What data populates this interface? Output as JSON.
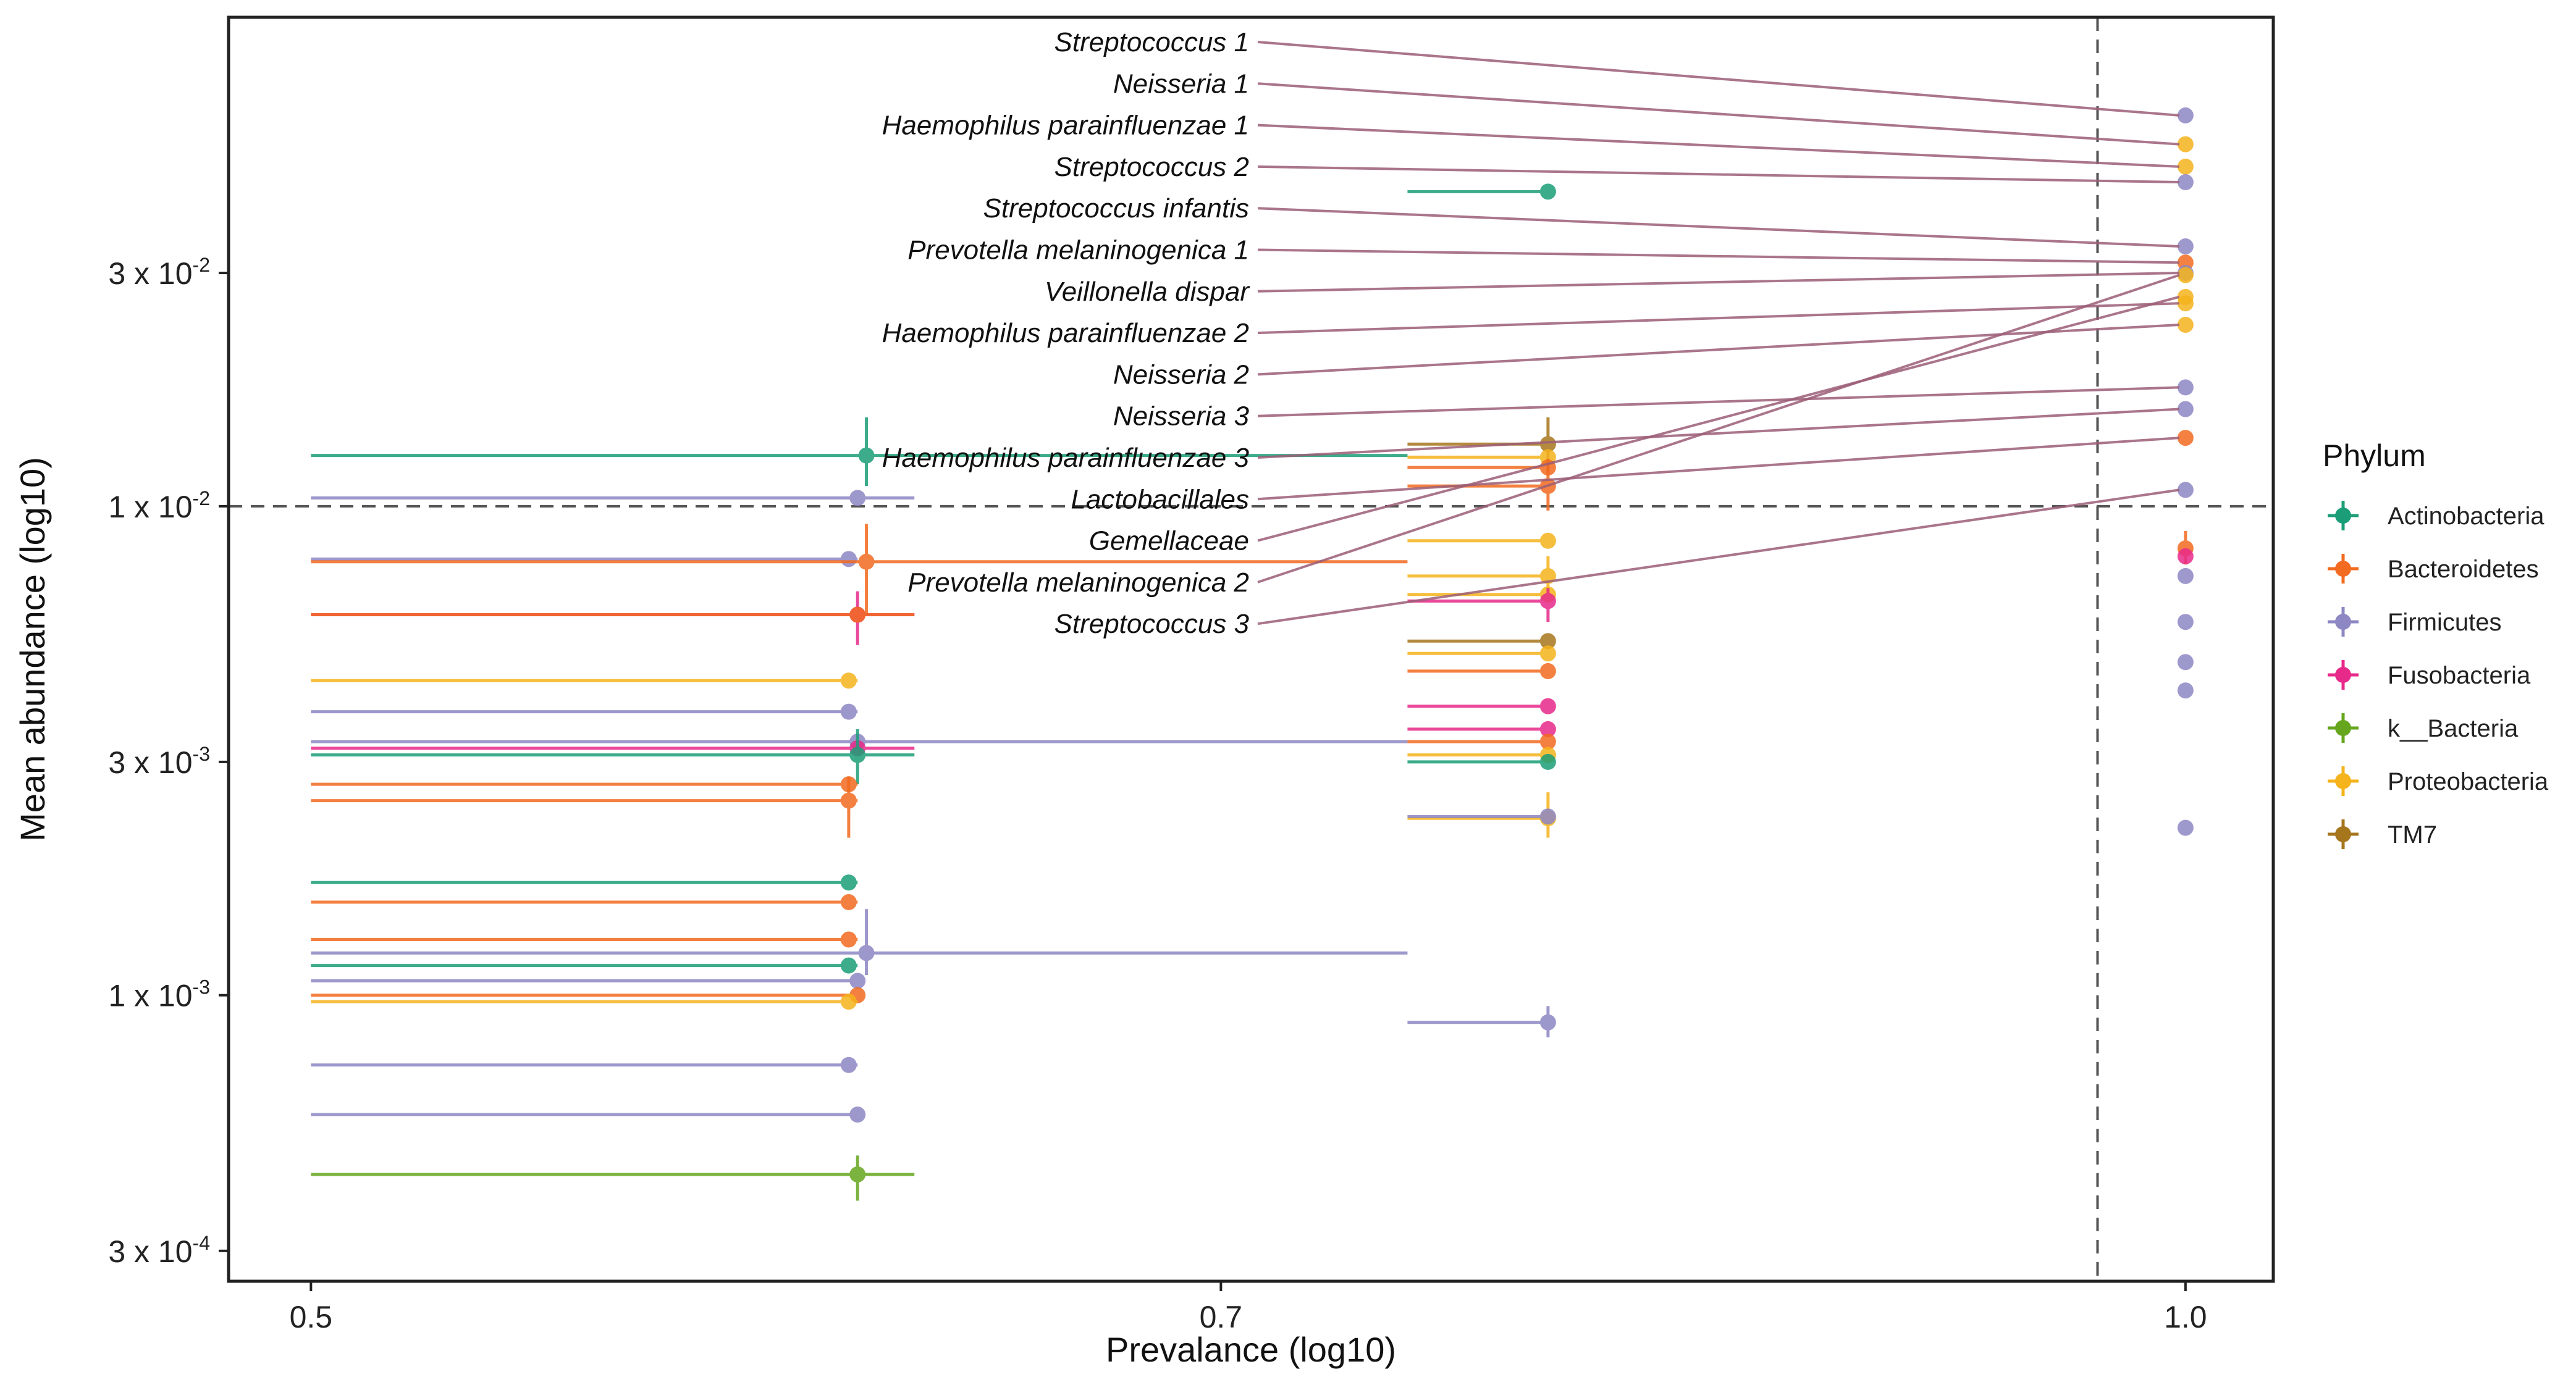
{
  "chart_data": {
    "type": "scatter",
    "x_scale": "log10",
    "y_scale": "log10",
    "xlabel": "Prevalance (log10)",
    "ylabel": "Mean abundance (log10)",
    "xlim": [
      0.485,
      1.033
    ],
    "ylim": [
      0.00026,
      0.1
    ],
    "x_ticks": [
      {
        "value": 0.5,
        "label": "0.5"
      },
      {
        "value": 0.7,
        "label": "0.7"
      },
      {
        "value": 1.0,
        "label": "1.0"
      }
    ],
    "y_ticks": [
      {
        "value": 0.0003,
        "mant": "3 x 10",
        "exp": "-4"
      },
      {
        "value": 0.001,
        "mant": "1 x 10",
        "exp": "-3"
      },
      {
        "value": 0.003,
        "mant": "3 x 10",
        "exp": "-3"
      },
      {
        "value": 0.01,
        "mant": "1 x 10",
        "exp": "-2"
      },
      {
        "value": 0.03,
        "mant": "3 x 10",
        "exp": "-2"
      }
    ],
    "threshold_lines": {
      "x": 0.968,
      "y": 0.01
    },
    "grid": false,
    "legend": {
      "title": "Phylum",
      "placement": "right",
      "entries": [
        {
          "name": "Actinobacteria",
          "color": "#1B9E77"
        },
        {
          "name": "Bacteroidetes",
          "color": "#F26B21"
        },
        {
          "name": "Firmicutes",
          "color": "#8D87C4"
        },
        {
          "name": "Fusobacteria",
          "color": "#E7298A"
        },
        {
          "name": "k__Bacteria",
          "color": "#66A61E"
        },
        {
          "name": "Proteobacteria",
          "color": "#F5B31C"
        },
        {
          "name": "TM7",
          "color": "#A6761D"
        }
      ]
    },
    "labeled_points": [
      {
        "label": "Streptococcus 1",
        "phylum": "Firmicutes",
        "x": 1.0,
        "y": 0.063
      },
      {
        "label": "Neisseria 1",
        "phylum": "Proteobacteria",
        "x": 1.0,
        "y": 0.055
      },
      {
        "label": "Haemophilus parainfluenzae 1",
        "phylum": "Proteobacteria",
        "x": 1.0,
        "y": 0.0495
      },
      {
        "label": "Streptococcus 2",
        "phylum": "Firmicutes",
        "x": 1.0,
        "y": 0.046
      },
      {
        "label": "Streptococcus infantis",
        "phylum": "Firmicutes",
        "x": 1.0,
        "y": 0.034
      },
      {
        "label": "Prevotella melaninogenica 1",
        "phylum": "Bacteroidetes",
        "x": 1.0,
        "y": 0.0315
      },
      {
        "label": "Veillonella dispar",
        "phylum": "Firmicutes",
        "x": 1.0,
        "y": 0.03
      },
      {
        "label": "Haemophilus parainfluenzae 2",
        "phylum": "Proteobacteria",
        "x": 1.0,
        "y": 0.026
      },
      {
        "label": "Neisseria 2",
        "phylum": "Proteobacteria",
        "x": 1.0,
        "y": 0.0235
      },
      {
        "label": "Neisseria 3",
        "phylum": "Firmicutes",
        "x": 1.0,
        "y": 0.0175
      },
      {
        "label": "Haemophilus parainfluenzae 3",
        "phylum": "Firmicutes",
        "x": 1.0,
        "y": 0.0158
      },
      {
        "label": "Lactobacillales",
        "phylum": "Bacteroidetes",
        "x": 1.0,
        "y": 0.0138
      },
      {
        "label": "Gemellaceae",
        "phylum": "Proteobacteria",
        "x": 1.0,
        "y": 0.0268
      },
      {
        "label": "Prevotella melaninogenica 2",
        "phylum": "Proteobacteria",
        "x": 1.0,
        "y": 0.0297
      },
      {
        "label": "Streptococcus 3",
        "phylum": "Firmicutes",
        "x": 1.0,
        "y": 0.0108
      }
    ],
    "points": [
      {
        "phylum": "Actinobacteria",
        "x": 0.614,
        "y": 0.0127,
        "xerr": [
          0.5,
          0.75
        ],
        "yerr": [
          0.011,
          0.0152
        ]
      },
      {
        "phylum": "Firmicutes",
        "x": 0.612,
        "y": 0.0104,
        "xerr": [
          0.5,
          0.625
        ]
      },
      {
        "phylum": "Firmicutes",
        "x": 0.61,
        "y": 0.0078,
        "xerr": [
          0.5,
          0.612
        ]
      },
      {
        "phylum": "Bacteroidetes",
        "x": 0.614,
        "y": 0.0077,
        "xerr": [
          0.5,
          0.75
        ],
        "yerr": [
          0.006,
          0.0092
        ]
      },
      {
        "phylum": "Fusobacteria",
        "x": 0.612,
        "y": 0.006,
        "xerr": [
          0.5,
          0.625
        ],
        "yerr": [
          0.0052,
          0.0067
        ]
      },
      {
        "phylum": "Bacteroidetes",
        "x": 0.612,
        "y": 0.006,
        "xerr": [
          0.5,
          0.625
        ]
      },
      {
        "phylum": "Proteobacteria",
        "x": 0.61,
        "y": 0.0044,
        "xerr": [
          0.5,
          0.612
        ]
      },
      {
        "phylum": "Firmicutes",
        "x": 0.61,
        "y": 0.0038,
        "xerr": [
          0.5,
          0.612
        ]
      },
      {
        "phylum": "Firmicutes",
        "x": 0.612,
        "y": 0.0033,
        "xerr": [
          0.5,
          0.75
        ]
      },
      {
        "phylum": "Fusobacteria",
        "x": 0.612,
        "y": 0.0032,
        "xerr": [
          0.5,
          0.625
        ]
      },
      {
        "phylum": "Actinobacteria",
        "x": 0.612,
        "y": 0.0031,
        "xerr": [
          0.5,
          0.625
        ],
        "yerr": [
          0.0027,
          0.0035
        ]
      },
      {
        "phylum": "Bacteroidetes",
        "x": 0.61,
        "y": 0.0027,
        "xerr": [
          0.5,
          0.612
        ]
      },
      {
        "phylum": "Bacteroidetes",
        "x": 0.61,
        "y": 0.0025,
        "xerr": [
          0.5,
          0.612
        ],
        "yerr": [
          0.0021,
          0.0028
        ]
      },
      {
        "phylum": "Actinobacteria",
        "x": 0.61,
        "y": 0.0017,
        "xerr": [
          0.5,
          0.612
        ]
      },
      {
        "phylum": "Bacteroidetes",
        "x": 0.61,
        "y": 0.00155,
        "xerr": [
          0.5,
          0.612
        ]
      },
      {
        "phylum": "Bacteroidetes",
        "x": 0.61,
        "y": 0.0013,
        "xerr": [
          0.5,
          0.612
        ]
      },
      {
        "phylum": "Firmicutes",
        "x": 0.614,
        "y": 0.00122,
        "xerr": [
          0.5,
          0.75
        ],
        "yerr": [
          0.0011,
          0.0015
        ]
      },
      {
        "phylum": "Actinobacteria",
        "x": 0.61,
        "y": 0.00115,
        "xerr": [
          0.5,
          0.612
        ]
      },
      {
        "phylum": "Firmicutes",
        "x": 0.612,
        "y": 0.00107,
        "xerr": [
          0.5,
          0.612
        ]
      },
      {
        "phylum": "Bacteroidetes",
        "x": 0.612,
        "y": 0.001,
        "xerr": [
          0.5,
          0.612
        ]
      },
      {
        "phylum": "Proteobacteria",
        "x": 0.61,
        "y": 0.00097,
        "xerr": [
          0.5,
          0.612
        ]
      },
      {
        "phylum": "Firmicutes",
        "x": 0.61,
        "y": 0.00072,
        "xerr": [
          0.5,
          0.612
        ]
      },
      {
        "phylum": "Firmicutes",
        "x": 0.612,
        "y": 0.00057,
        "xerr": [
          0.5,
          0.612
        ]
      },
      {
        "phylum": "k__Bacteria",
        "x": 0.612,
        "y": 0.00043,
        "xerr": [
          0.5,
          0.625
        ],
        "yerr": [
          0.00038,
          0.00047
        ]
      },
      {
        "phylum": "Actinobacteria",
        "x": 0.79,
        "y": 0.044,
        "xerr": [
          0.75,
          0.79
        ]
      },
      {
        "phylum": "TM7",
        "x": 0.79,
        "y": 0.0134,
        "xerr": [
          0.75,
          0.79
        ],
        "yerr": [
          0.0117,
          0.0152
        ]
      },
      {
        "phylum": "Proteobacteria",
        "x": 0.79,
        "y": 0.0126,
        "xerr": [
          0.75,
          0.79
        ]
      },
      {
        "phylum": "Bacteroidetes",
        "x": 0.79,
        "y": 0.012,
        "xerr": [
          0.75,
          0.79
        ]
      },
      {
        "phylum": "Bacteroidetes",
        "x": 0.79,
        "y": 0.011,
        "xerr": [
          0.75,
          0.79
        ],
        "yerr": [
          0.0098,
          0.0125
        ]
      },
      {
        "phylum": "Proteobacteria",
        "x": 0.79,
        "y": 0.0085,
        "xerr": [
          0.75,
          0.79
        ]
      },
      {
        "phylum": "Proteobacteria",
        "x": 0.79,
        "y": 0.0072,
        "xerr": [
          0.75,
          0.79
        ],
        "yerr": [
          0.0066,
          0.0079
        ]
      },
      {
        "phylum": "Proteobacteria",
        "x": 0.79,
        "y": 0.0066,
        "xerr": [
          0.75,
          0.79
        ]
      },
      {
        "phylum": "Fusobacteria",
        "x": 0.79,
        "y": 0.0064,
        "xerr": [
          0.75,
          0.79
        ],
        "yerr": [
          0.0058,
          0.0068
        ]
      },
      {
        "phylum": "TM7",
        "x": 0.79,
        "y": 0.0053,
        "xerr": [
          0.75,
          0.79
        ]
      },
      {
        "phylum": "Proteobacteria",
        "x": 0.79,
        "y": 0.005,
        "xerr": [
          0.75,
          0.79
        ]
      },
      {
        "phylum": "Bacteroidetes",
        "x": 0.79,
        "y": 0.0046,
        "xerr": [
          0.75,
          0.79
        ]
      },
      {
        "phylum": "Fusobacteria",
        "x": 0.79,
        "y": 0.0039,
        "xerr": [
          0.75,
          0.79
        ]
      },
      {
        "phylum": "Fusobacteria",
        "x": 0.79,
        "y": 0.0035,
        "xerr": [
          0.75,
          0.79
        ]
      },
      {
        "phylum": "Bacteroidetes",
        "x": 0.79,
        "y": 0.0033,
        "xerr": [
          0.75,
          0.79
        ]
      },
      {
        "phylum": "Proteobacteria",
        "x": 0.79,
        "y": 0.0031,
        "xerr": [
          0.75,
          0.79
        ]
      },
      {
        "phylum": "Actinobacteria",
        "x": 0.79,
        "y": 0.003,
        "xerr": [
          0.75,
          0.79
        ]
      },
      {
        "phylum": "Proteobacteria",
        "x": 0.79,
        "y": 0.0023,
        "xerr": [
          0.75,
          0.79
        ],
        "yerr": [
          0.0021,
          0.0026
        ]
      },
      {
        "phylum": "Firmicutes",
        "x": 0.79,
        "y": 0.00232,
        "xerr": [
          0.75,
          0.79
        ]
      },
      {
        "phylum": "Firmicutes",
        "x": 0.79,
        "y": 0.00088,
        "xerr": [
          0.75,
          0.79
        ],
        "yerr": [
          0.00082,
          0.00095
        ]
      },
      {
        "phylum": "Bacteroidetes",
        "x": 1.0,
        "y": 0.0082,
        "yerr": [
          0.0076,
          0.0089
        ]
      },
      {
        "phylum": "Fusobacteria",
        "x": 1.0,
        "y": 0.0079
      },
      {
        "phylum": "Firmicutes",
        "x": 1.0,
        "y": 0.0072
      },
      {
        "phylum": "Firmicutes",
        "x": 1.0,
        "y": 0.0058
      },
      {
        "phylum": "Firmicutes",
        "x": 1.0,
        "y": 0.0048
      },
      {
        "phylum": "Firmicutes",
        "x": 1.0,
        "y": 0.0042
      },
      {
        "phylum": "Firmicutes",
        "x": 1.0,
        "y": 0.0022
      }
    ]
  }
}
